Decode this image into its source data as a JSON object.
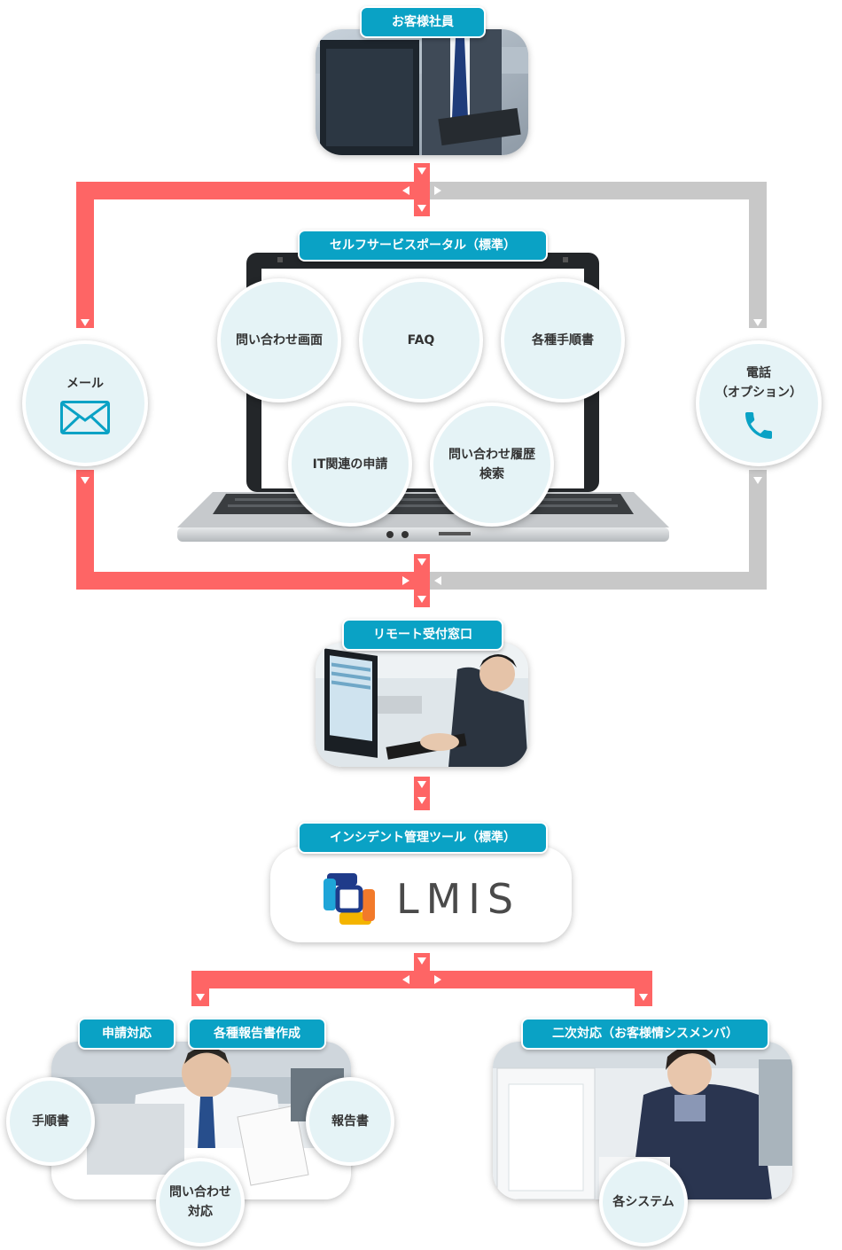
{
  "labels": {
    "customer": "お客様社員",
    "portal": "セルフサービスポータル（標準）",
    "remote": "リモート受付窓口",
    "tool": "インシデント管理ツール（標準）",
    "request": "申請対応",
    "reports": "各種報告書作成",
    "secondary": "二次対応（お客様情シスメンバ）"
  },
  "portal_items": {
    "inquiry_screen": "問い合わせ画面",
    "faq": "FAQ",
    "procedures": "各種手順書",
    "it_request": "IT関連の申請",
    "history_line1": "問い合わせ履歴",
    "history_line2": "検索"
  },
  "channels": {
    "mail": "メール",
    "phone_line1": "電話",
    "phone_line2": "（オプション）"
  },
  "logo": {
    "text": "LMIS"
  },
  "bottom_items": {
    "procedures": "手順書",
    "report": "報告書",
    "inquiry_line1": "問い合わせ",
    "inquiry_line2": "対応",
    "systems": "各システム"
  },
  "icons": [
    "mail-icon",
    "phone-icon",
    "lmis-logo-icon"
  ],
  "colors": {
    "accent": "#0aa2c5",
    "flow_red": "#fe6565",
    "flow_gray": "#c8c8c8",
    "circle_fill": "#e5f3f6"
  }
}
